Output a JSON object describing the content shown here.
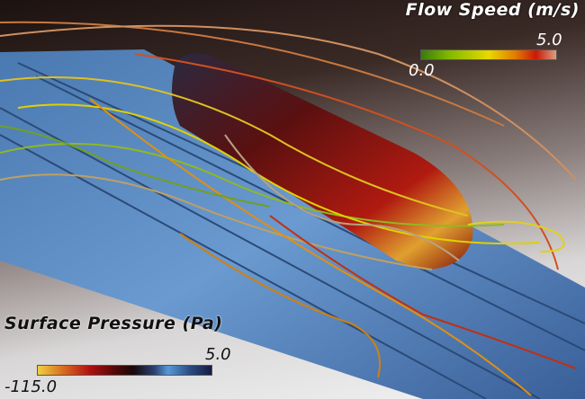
{
  "flow_speed_legend": {
    "title": "Flow Speed (m/s)",
    "min": "0.0",
    "max": "5.0",
    "colors": [
      "#3a7a10",
      "#7fb800",
      "#e8d800",
      "#e07a00",
      "#c81a08",
      "#d8a080"
    ]
  },
  "surface_pressure_legend": {
    "title": "Surface Pressure (Pa)",
    "min": "-115.0",
    "max": "5.0",
    "colors": [
      "#f0d040",
      "#b01010",
      "#180808",
      "#5898d8",
      "#141c40"
    ]
  }
}
